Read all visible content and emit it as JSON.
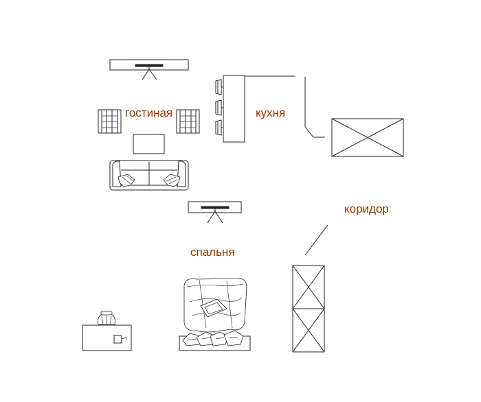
{
  "colors": {
    "label": "#993300",
    "line": "#222222",
    "background": "#ffffff"
  },
  "rooms": {
    "living": "гостиная",
    "kitchen": "кухня",
    "corridor": "коридор",
    "bedroom": "спальня"
  }
}
